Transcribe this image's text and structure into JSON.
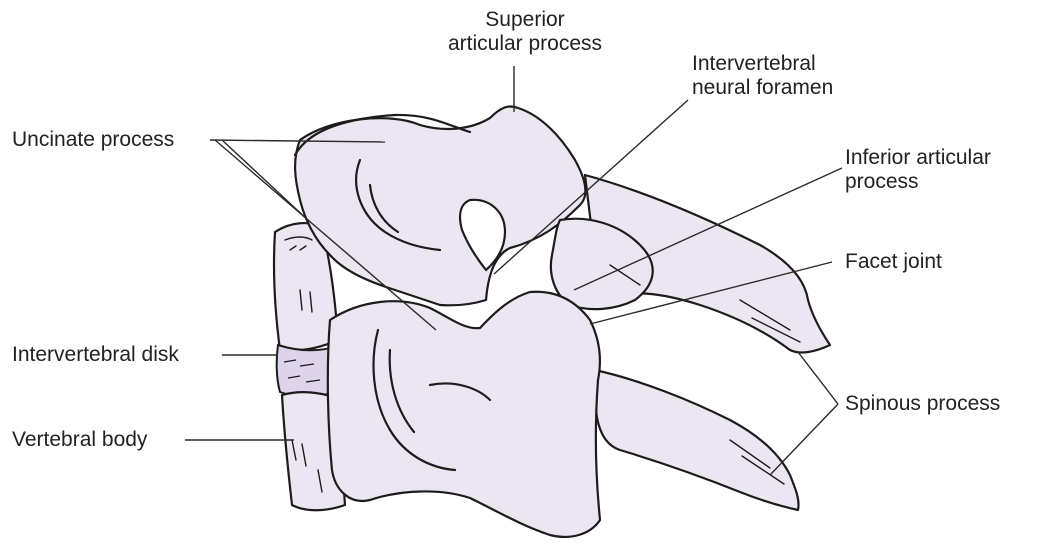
{
  "colors": {
    "bone_fill": "#ece6f2",
    "bone_shade": "#ddd3ea",
    "outline": "#1c1c1c",
    "leader": "#2a2a2a",
    "text": "#222222",
    "background": "#ffffff"
  },
  "labels": {
    "superior_articular_process": [
      "Superior",
      "articular process"
    ],
    "intervertebral_neural_foramen": [
      "Intervertebral",
      "neural foramen"
    ],
    "uncinate_process": "Uncinate process",
    "inferior_articular_process": [
      "Inferior articular",
      "process"
    ],
    "facet_joint": "Facet joint",
    "intervertebral_disk": "Intervertebral disk",
    "spinous_process": "Spinous process",
    "vertebral_body": "Vertebral body"
  }
}
